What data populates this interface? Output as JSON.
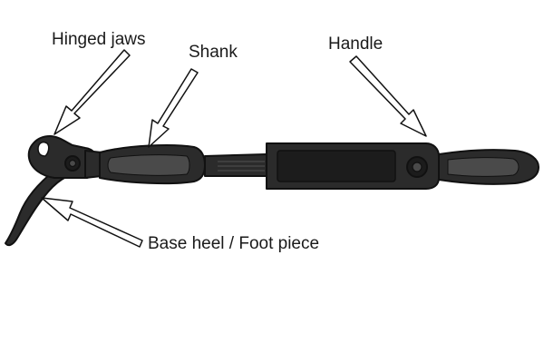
{
  "labels": {
    "hinged_jaws": "Hinged jaws",
    "shank": "Shank",
    "handle": "Handle",
    "base_heel": "Base heel / Foot piece"
  },
  "colors": {
    "tool_body": "#2b2b2b",
    "tool_dark": "#1c1c1c",
    "tool_highlight": "#4a4a4a",
    "outline": "#111111",
    "arrow_fill": "#ffffff",
    "text": "#1a1a1a"
  }
}
